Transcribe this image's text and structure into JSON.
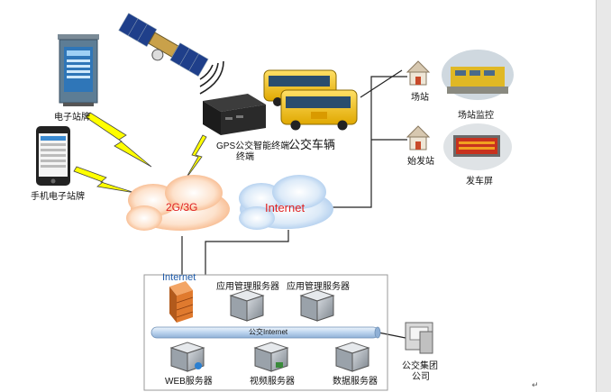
{
  "labels": {
    "e_stop_sign": "电子站牌",
    "mobile_stop_sign": "手机电子站牌",
    "gps_terminal": "GPS公交智能终端",
    "bus": "公交车辆",
    "depot": "场站",
    "depot_monitor": "场站监控",
    "terminal_station": "始发站",
    "departure_screen": "发车屏",
    "network_2g3g": "2G/3G",
    "internet_cloud": "Internet",
    "firewall_internet": "Internet",
    "app_server_1": "应用管理服务器",
    "app_server_2": "应用管理服务器",
    "bus_backbone": "公交Internet",
    "web_server": "WEB服务器",
    "video_server": "视频服务器",
    "data_server": "数据服务器",
    "bus_company": "公交集团公司",
    "bus_company_line1": "公交集团",
    "bus_company_line2": "公司",
    "return_mark": "↵"
  },
  "colors": {
    "cloud_2g3g_text": "#e02020",
    "cloud_internet_text": "#e02020",
    "lightning": "#ffff00",
    "firewall": "#e07a2e",
    "backbone": "#c9ddf2",
    "bus_yellow": "#f2c414"
  }
}
